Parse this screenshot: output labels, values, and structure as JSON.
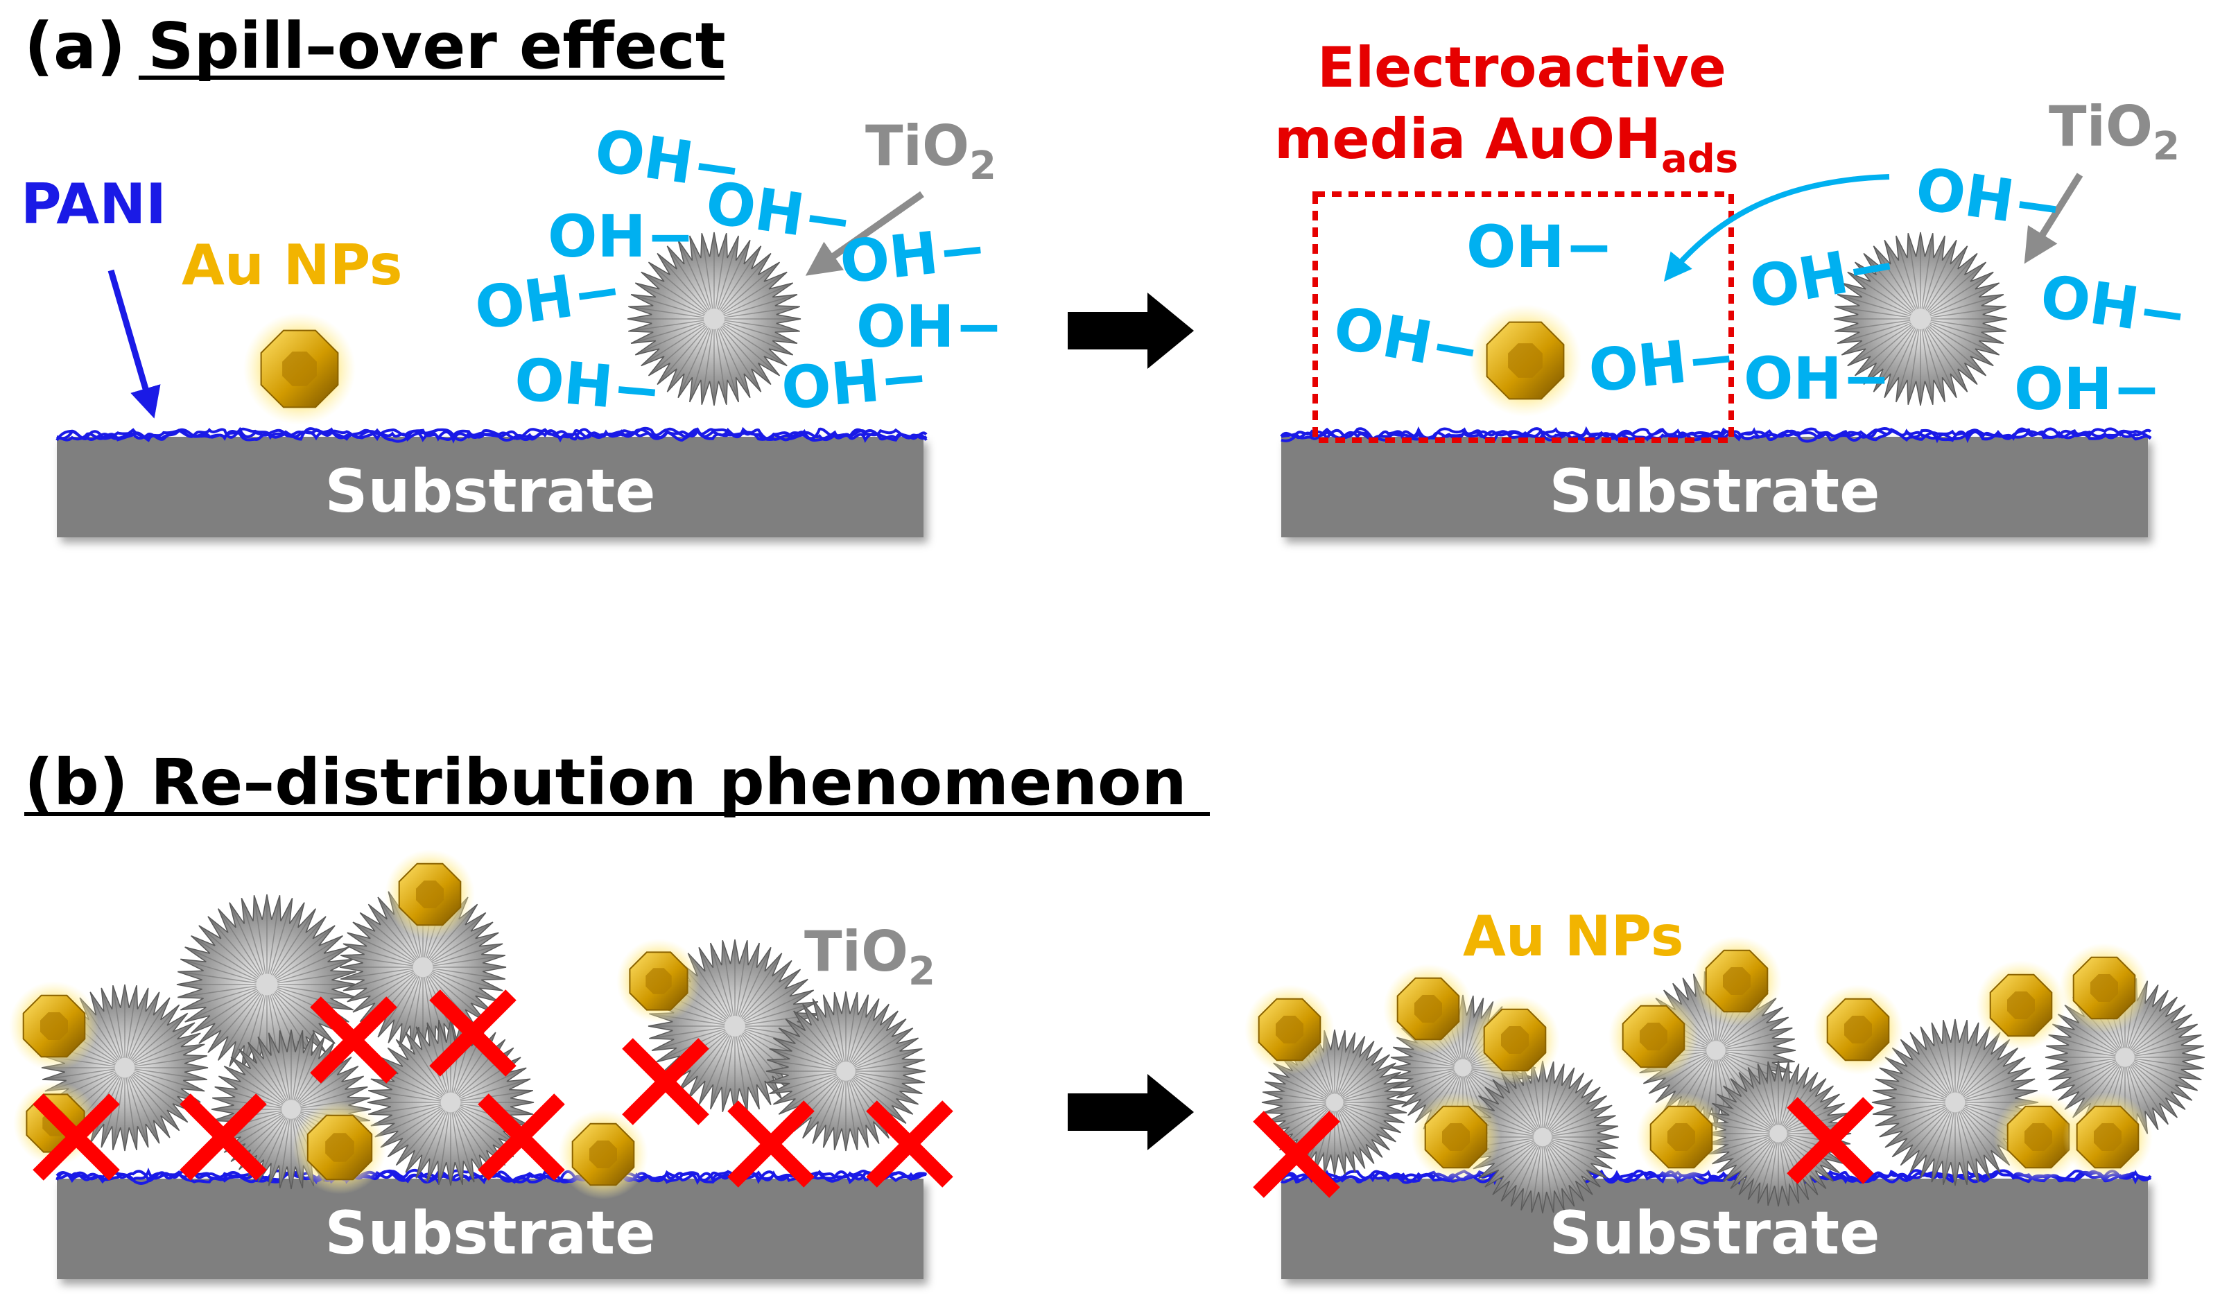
{
  "panel_a": {
    "title": "(a) Spill–over effect",
    "pani_label": "PANI",
    "au_label": "Au NPs",
    "tio2_label_main": "TiO",
    "tio2_label_sub": "2",
    "oh_label": "OH−",
    "substrate_label": "Substrate",
    "electroactive_line1": "Electroactive",
    "electroactive_line2_main": "media AuOH",
    "electroactive_line2_sub": "ads"
  },
  "panel_b": {
    "title": "(b) Re–distribution phenomenon",
    "tio2_label_main": "TiO",
    "tio2_label_sub": "2",
    "au_label": "Au NPs",
    "substrate_label": "Substrate"
  },
  "colors": {
    "pani": "#1a1ae6",
    "au": "#f2b400",
    "oh": "#00b0f0",
    "tio2_text": "#8c8c8c",
    "electroactive": "#e60000",
    "cross": "#ff0000",
    "substrate": "#7f7f7f",
    "arrow": "#000000"
  }
}
